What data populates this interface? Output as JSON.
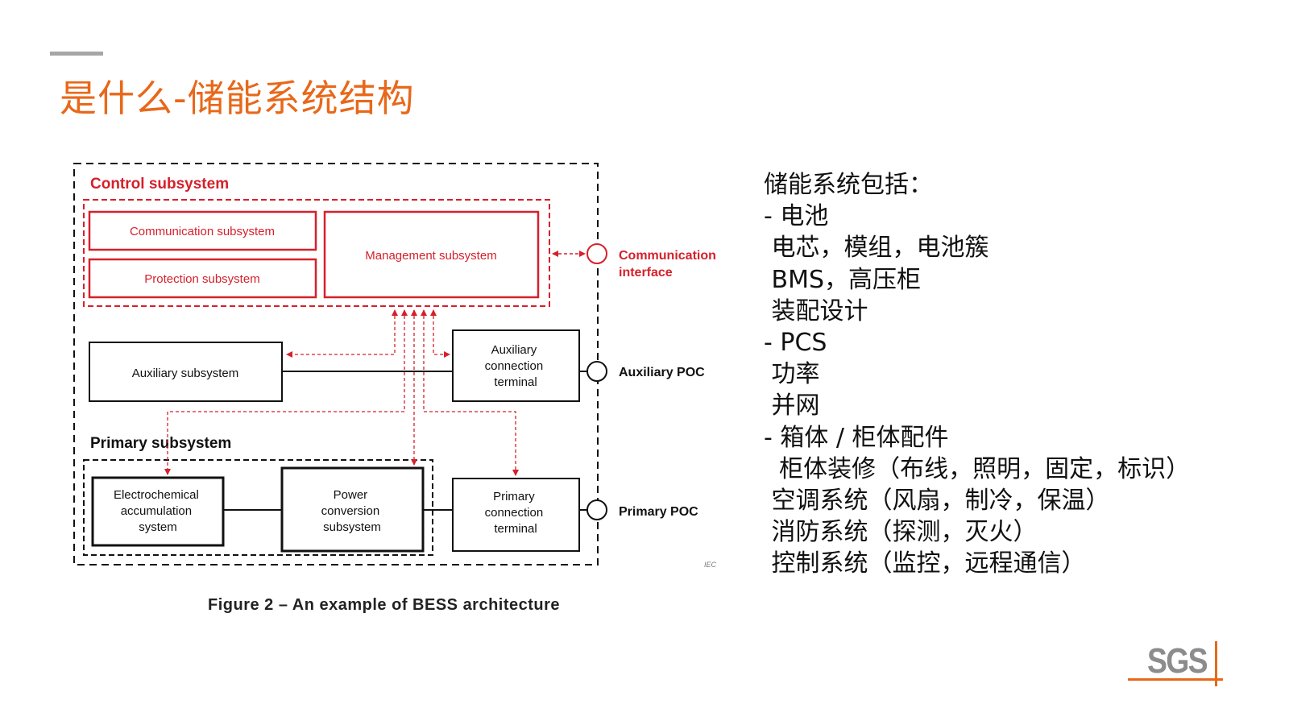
{
  "slide": {
    "title": "是什么-储能系统结构"
  },
  "diagram": {
    "control_title": "Control subsystem",
    "communication_subsystem": "Communication subsystem",
    "protection_subsystem": "Protection subsystem",
    "management_subsystem": "Management subsystem",
    "communication_interface": [
      "Communication",
      "interface"
    ],
    "auxiliary_subsystem": "Auxiliary subsystem",
    "auxiliary_terminal": [
      "Auxiliary",
      "connection",
      "terminal"
    ],
    "auxiliary_poc": "Auxiliary POC",
    "primary_title": "Primary subsystem",
    "electrochemical": [
      "Electrochemical",
      "accumulation",
      "system"
    ],
    "power_conversion": [
      "Power",
      "conversion",
      "subsystem"
    ],
    "primary_terminal": [
      "Primary",
      "connection",
      "terminal"
    ],
    "primary_poc": "Primary POC",
    "iec_mark": "IEC",
    "caption": "Figure 2 – An example of BESS architecture",
    "colors": {
      "red": "#d6202b",
      "black": "#111111"
    }
  },
  "notes": {
    "lines": [
      "储能系统包括：",
      "- 电池",
      " 电芯，模组，电池簇",
      " BMS，高压柜",
      " 装配设计",
      "- PCS",
      " 功率",
      " 并网",
      "- 箱体 / 柜体配件",
      "  柜体装修（布线，照明，固定，标识）",
      " 空调系统（风扇，制冷，保温）",
      " 消防系统（探测，灭火）",
      " 控制系统（监控，远程通信）"
    ]
  },
  "logo": {
    "text": "SGS"
  }
}
